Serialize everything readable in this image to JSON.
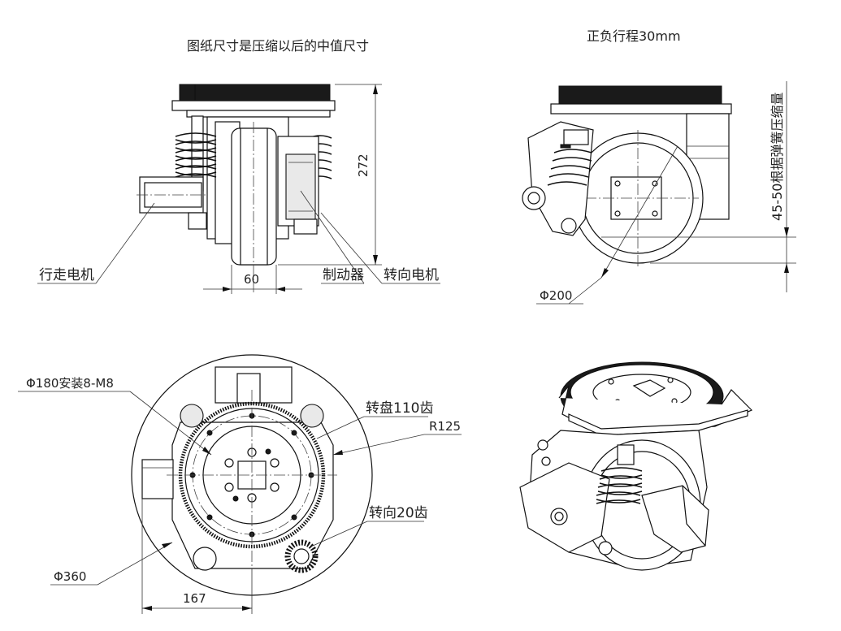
{
  "notes": {
    "compressed_note": "图纸尺寸是压缩以后的中值尺寸",
    "travel_note": "正负行程30mm",
    "spring_note": "45-50根据弹簧压缩量"
  },
  "dimensions": {
    "height_272": "272",
    "width_60": "60",
    "dia_200": "Φ200",
    "dia_180": "Φ180安装8-M8",
    "r125": "R125",
    "dia_360": "Φ360",
    "width_167": "167"
  },
  "labels": {
    "drive_motor": "行走电机",
    "brake": "制动器",
    "steer_motor": "转向电机",
    "turntable_gear": "转盘110齿",
    "steer_gear": "转向20齿"
  }
}
